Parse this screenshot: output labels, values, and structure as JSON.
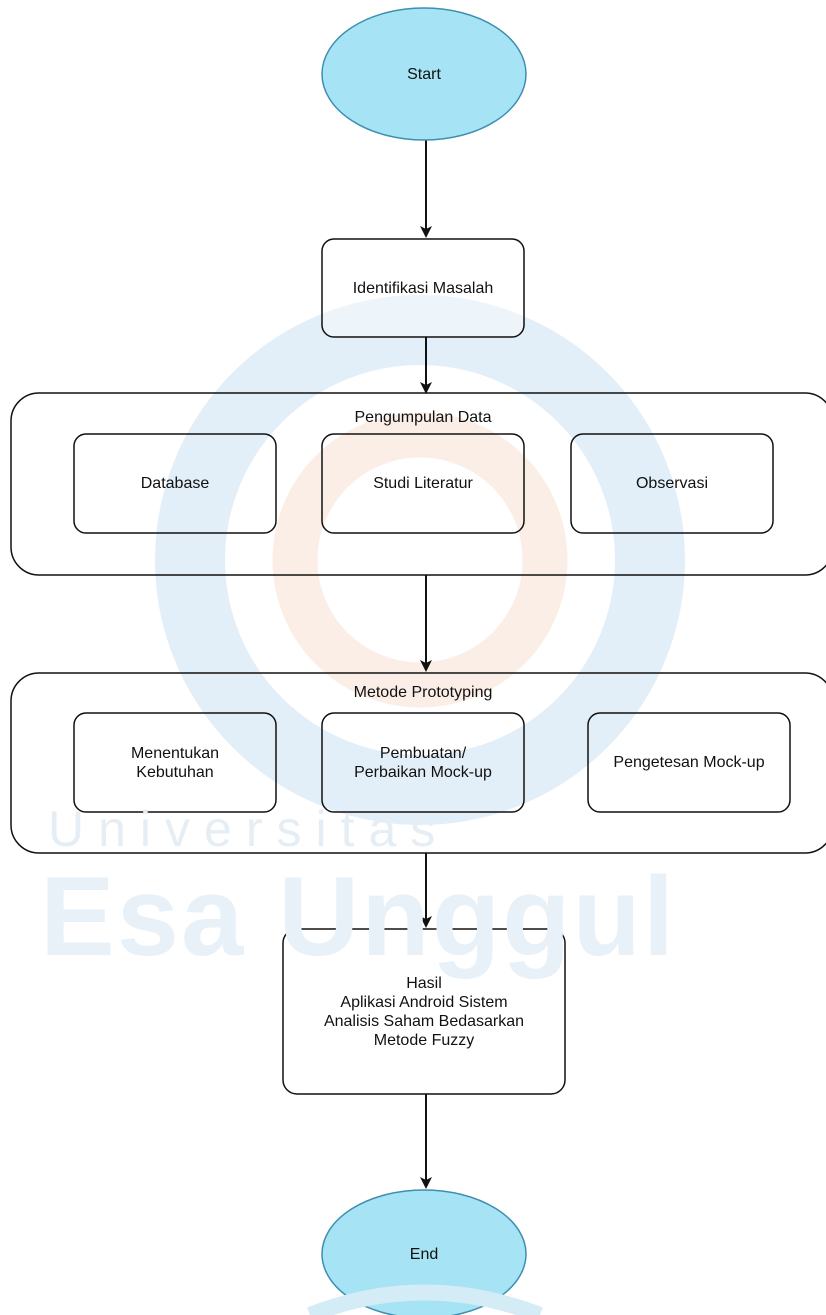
{
  "colors": {
    "terminal_fill": "#a6e3f5",
    "terminal_stroke": "#3e8fb0",
    "stroke": "#111111",
    "watermark_blue": "#d4e7f3",
    "watermark_orange": "#f8e6dc"
  },
  "watermark": {
    "line1": "Universitas",
    "line2": "Esa Unggul"
  },
  "nodes": {
    "start": "Start",
    "identifikasi": "Identifikasi Masalah",
    "database": "Database",
    "studi": "Studi Literatur",
    "observasi": "Observasi",
    "menentukan": "Menentukan\nKebutuhan",
    "pembuatan": "Pembuatan/\nPerbaikan Mock-up",
    "pengetesan": "Pengetesan Mock-up",
    "hasil": "Hasil\nAplikasi Android Sistem\nAnalisis Saham Bedasarkan\nMetode Fuzzy",
    "end": "End"
  },
  "groups": {
    "pengumpulan": "Pengumpulan Data",
    "prototyping": "Metode Prototyping"
  }
}
